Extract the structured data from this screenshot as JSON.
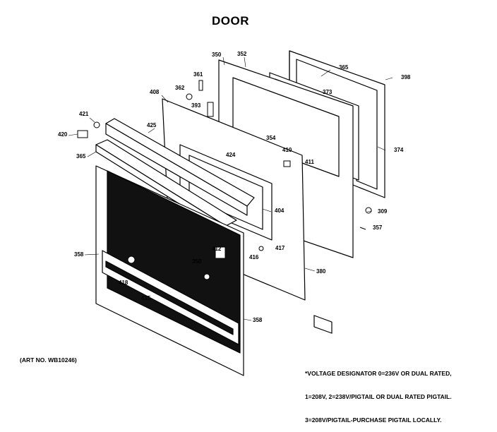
{
  "title": "DOOR",
  "art_no": "(ART NO. WB10246)",
  "note_lines": [
    "*VOLTAGE DESIGNATOR 0=236V OR DUAL RATED,",
    "1=208V, 2=238V/PIGTAIL OR DUAL RATED PIGTAIL.",
    "3=208V/PIGTAIL-PURCHASE PIGTAIL LOCALLY."
  ],
  "callouts": [
    "350",
    "352",
    "365",
    "398",
    "361",
    "362",
    "373",
    "408",
    "393",
    "421",
    "425",
    "354",
    "420",
    "365",
    "410",
    "374",
    "411",
    "424",
    "404",
    "309",
    "357",
    "412",
    "417",
    "358",
    "416",
    "350",
    "380",
    "418",
    "415",
    "358"
  ]
}
